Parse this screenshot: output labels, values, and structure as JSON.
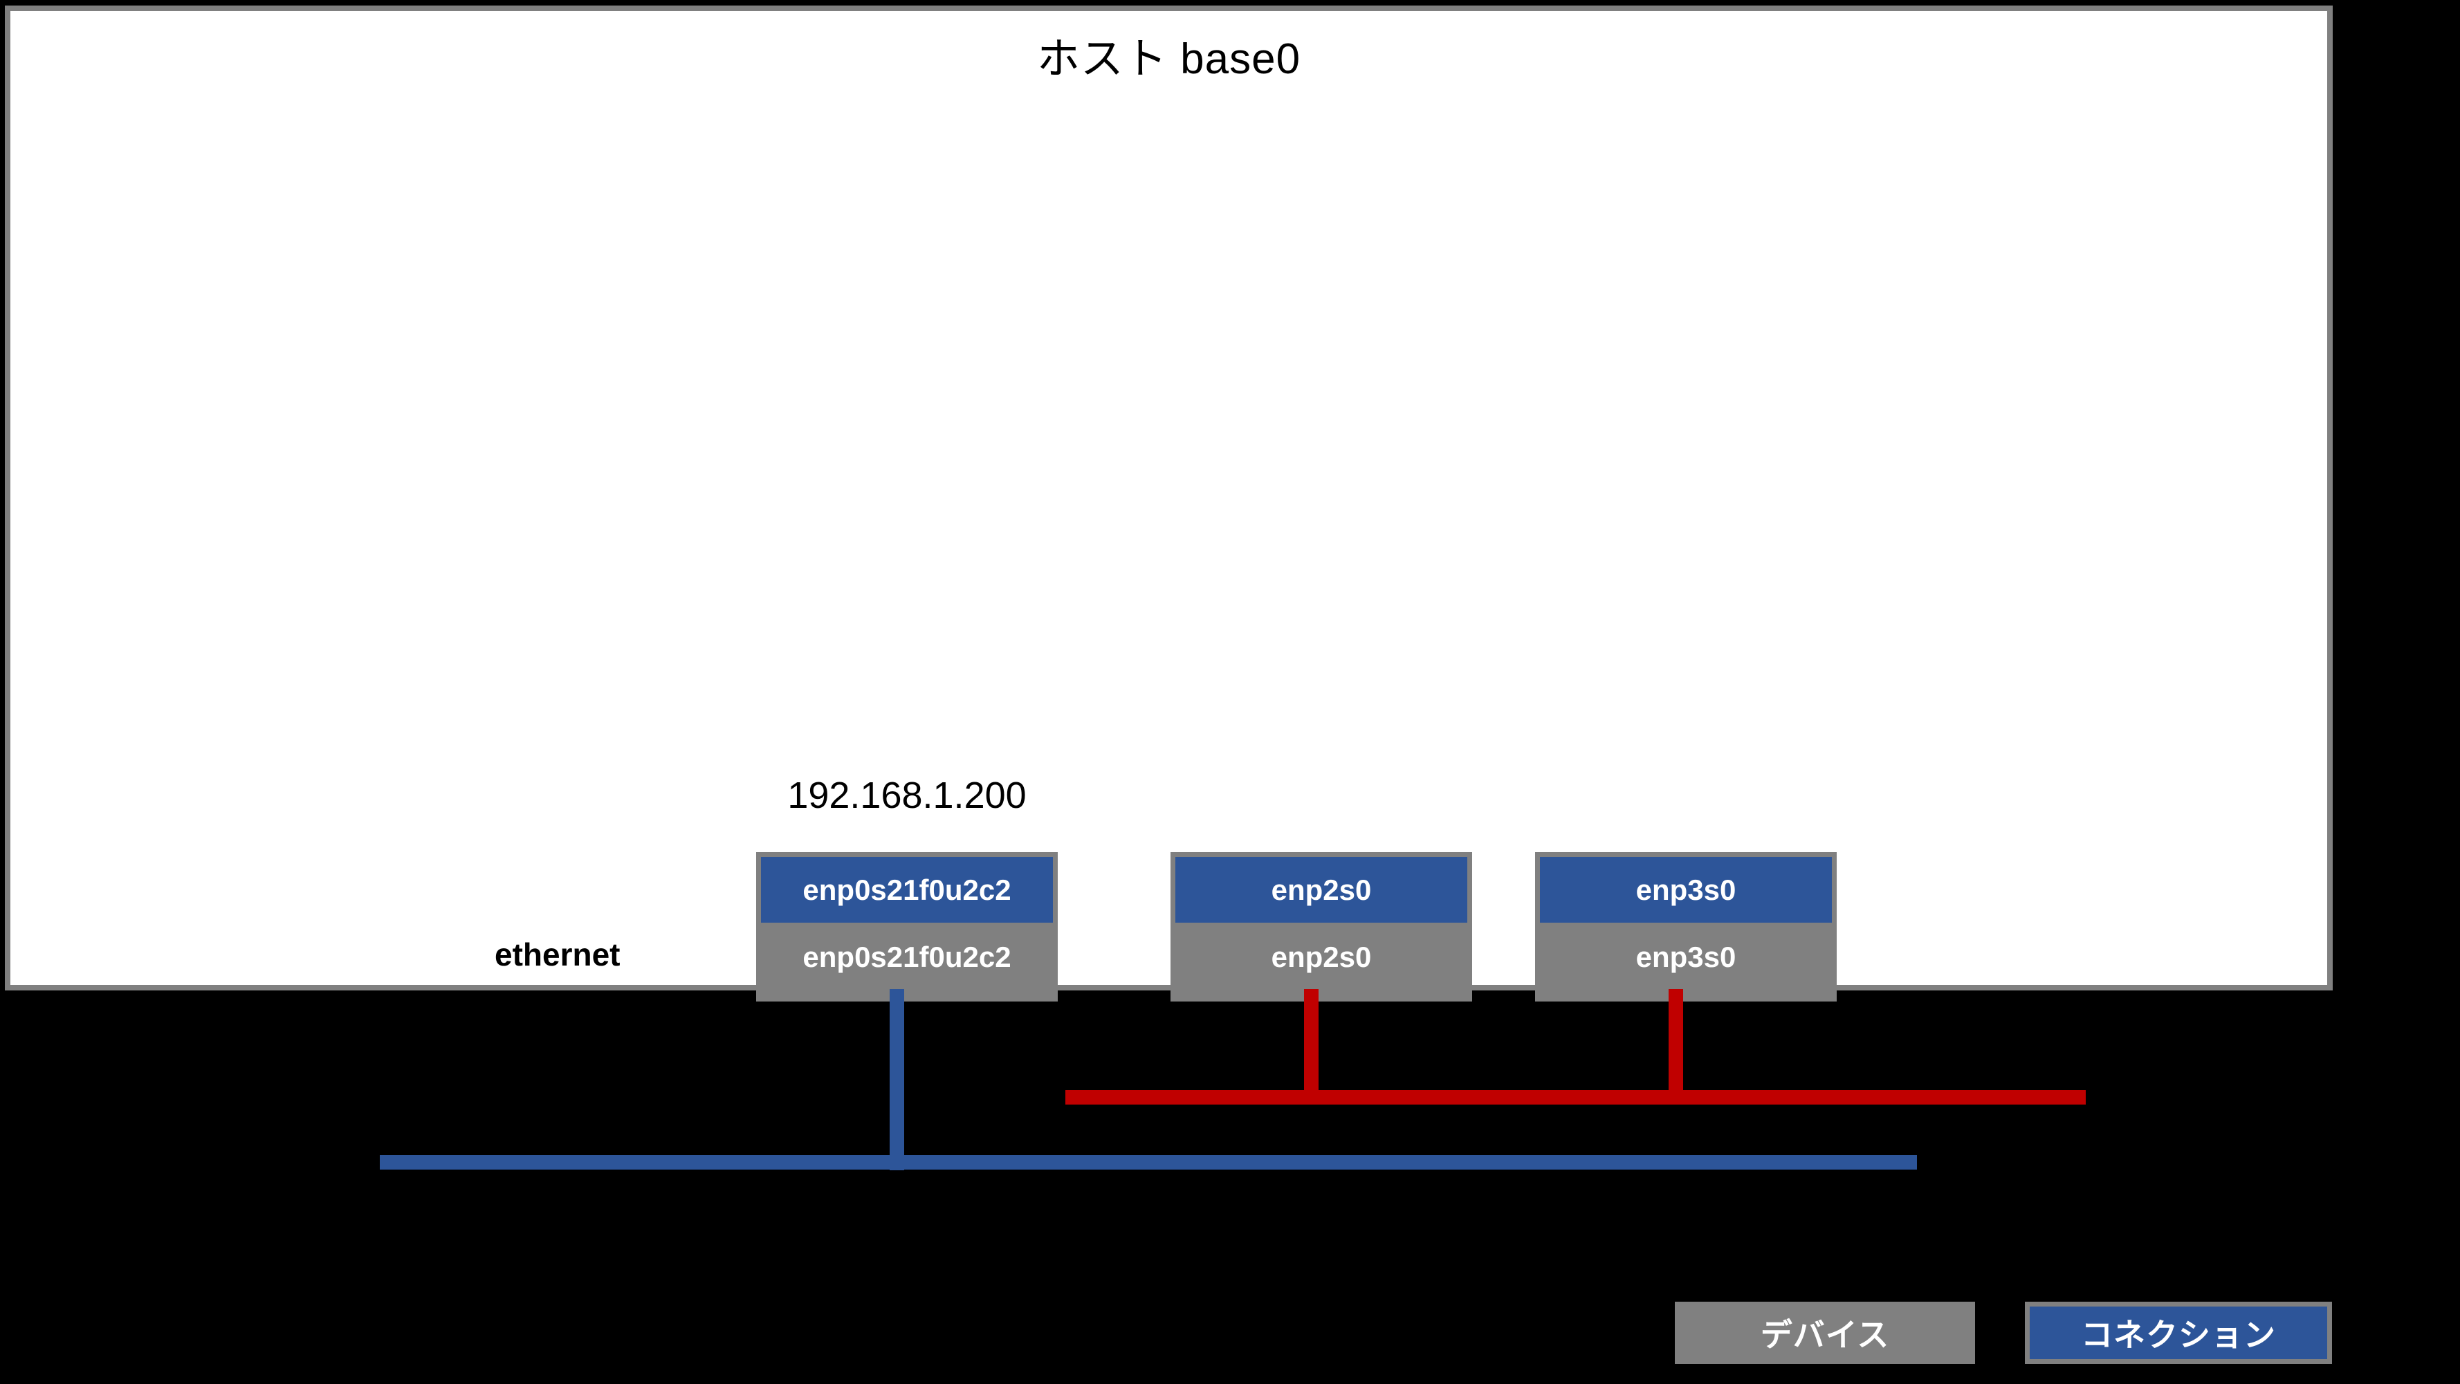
{
  "host": {
    "title": "ホスト base0",
    "row_label": "ethernet"
  },
  "interfaces": [
    {
      "ip": "192.168.1.200",
      "connection_name": "enp0s21f0u2c2",
      "device_name": "enp0s21f0u2c2",
      "wire_color": "#2d5599"
    },
    {
      "ip": "",
      "connection_name": "enp2s0",
      "device_name": "enp2s0",
      "wire_color": "#c00000"
    },
    {
      "ip": "",
      "connection_name": "enp3s0",
      "device_name": "enp3s0",
      "wire_color": "#c00000"
    }
  ],
  "legend": {
    "device_label": "デバイス",
    "connection_label": "コネクション"
  },
  "colors": {
    "connection_blue": "#2d5599",
    "device_gray": "#808080",
    "wire_red": "#c00000",
    "panel_white": "#ffffff",
    "background_black": "#000000"
  }
}
